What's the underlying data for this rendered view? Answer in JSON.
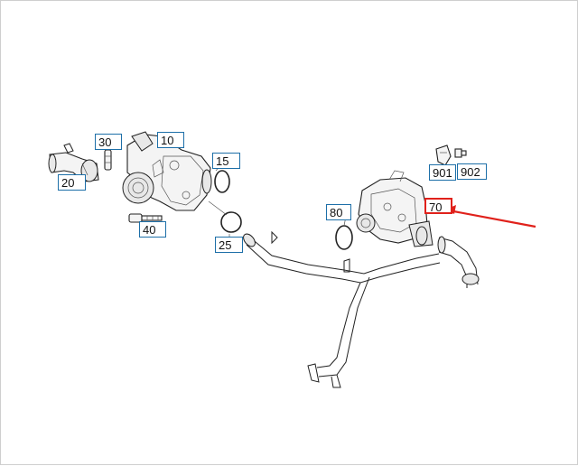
{
  "callouts": {
    "c10": "10",
    "c15": "15",
    "c20": "20",
    "c25": "25",
    "c30": "30",
    "c40": "40",
    "c70": "70",
    "c80": "80",
    "c901": "901",
    "c902": "902"
  },
  "colors": {
    "callout_border": "#1d6fa8",
    "highlight": "#e0211b",
    "line": "#222222"
  }
}
